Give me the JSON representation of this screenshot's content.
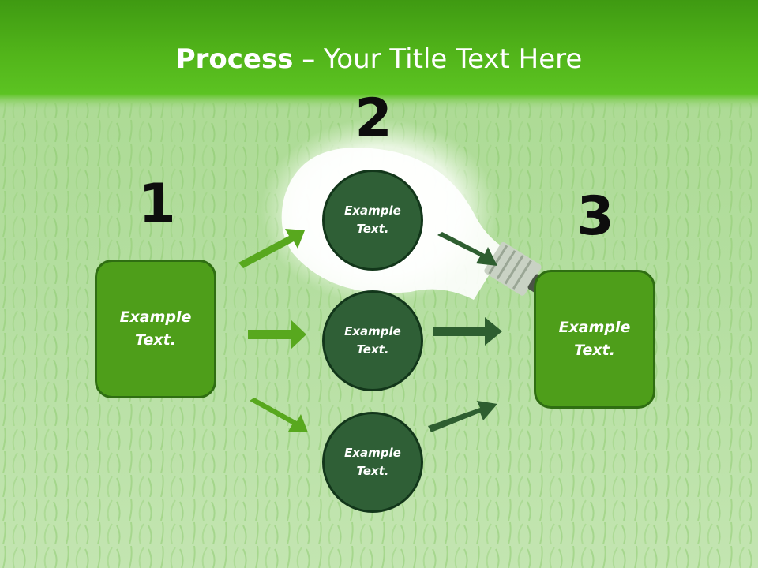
{
  "title": {
    "bold": "Process",
    "rest": " – Your Title Text Here"
  },
  "steps": [
    {
      "number": "1",
      "label": "Example Text."
    },
    {
      "number": "2",
      "labels": [
        "Example Text.",
        "Example Text.",
        "Example Text."
      ]
    },
    {
      "number": "3",
      "label": "Example Text."
    }
  ],
  "colors": {
    "title_bar": "#4fb51a",
    "box_fill": "#4e9e1a",
    "circle_fill": "#2f5f36",
    "arrow_light": "#58a81e",
    "arrow_dark": "#2e5e30"
  }
}
